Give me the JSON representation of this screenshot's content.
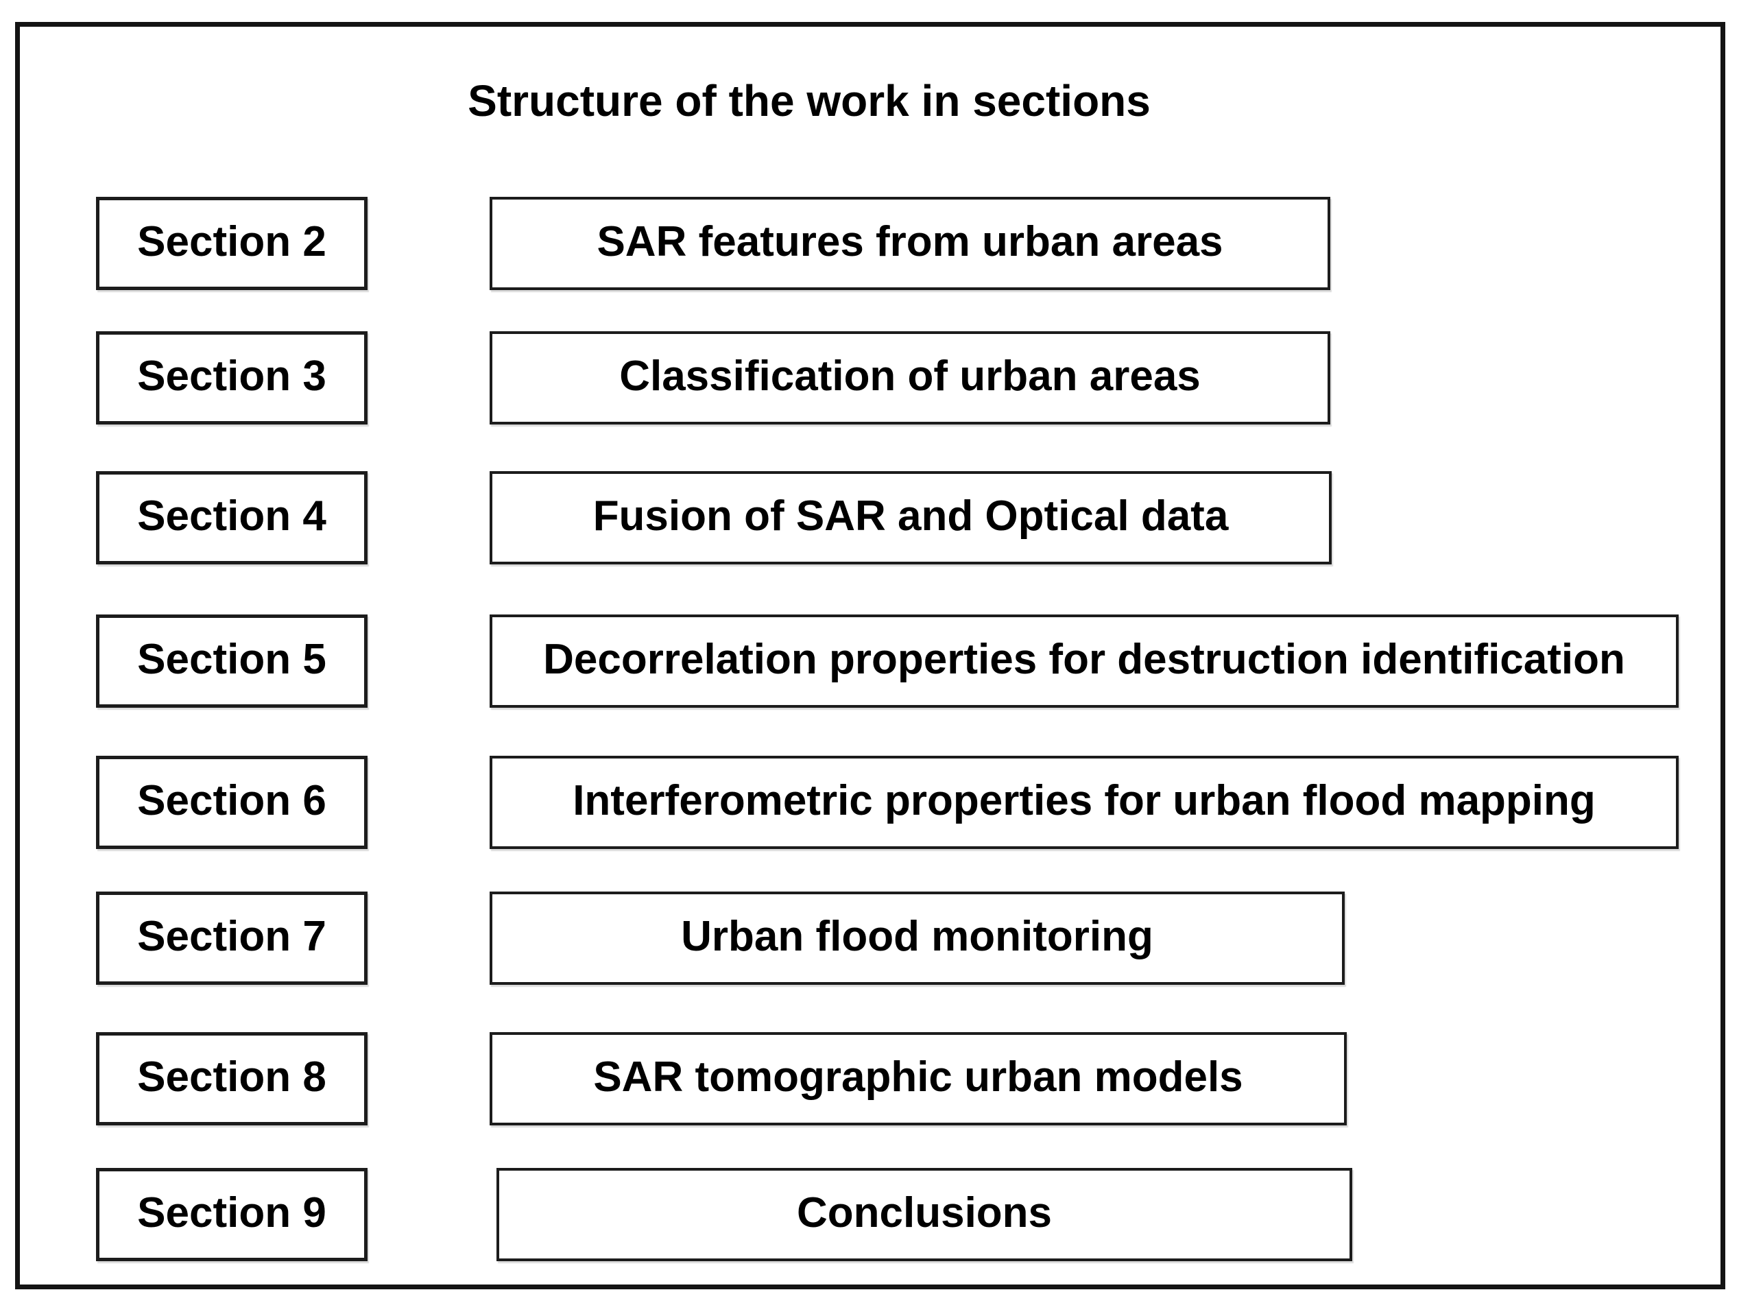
{
  "figure": {
    "title": "Structure of the work in sections",
    "colors": {
      "background": "#ffffff",
      "border": "#1c1c1c",
      "text": "#000000"
    },
    "rows": [
      {
        "section_label": "Section 2",
        "content_label": "SAR features from urban areas"
      },
      {
        "section_label": "Section 3",
        "content_label": "Classification of urban areas"
      },
      {
        "section_label": "Section 4",
        "content_label": "Fusion of SAR and Optical data"
      },
      {
        "section_label": "Section 5",
        "content_label": "Decorrelation properties for destruction identification"
      },
      {
        "section_label": "Section 6",
        "content_label": "Interferometric properties for urban flood mapping"
      },
      {
        "section_label": "Section 7",
        "content_label": "Urban flood monitoring"
      },
      {
        "section_label": "Section 8",
        "content_label": "SAR tomographic urban models"
      },
      {
        "section_label": "Section 9",
        "content_label": "Conclusions"
      }
    ]
  }
}
